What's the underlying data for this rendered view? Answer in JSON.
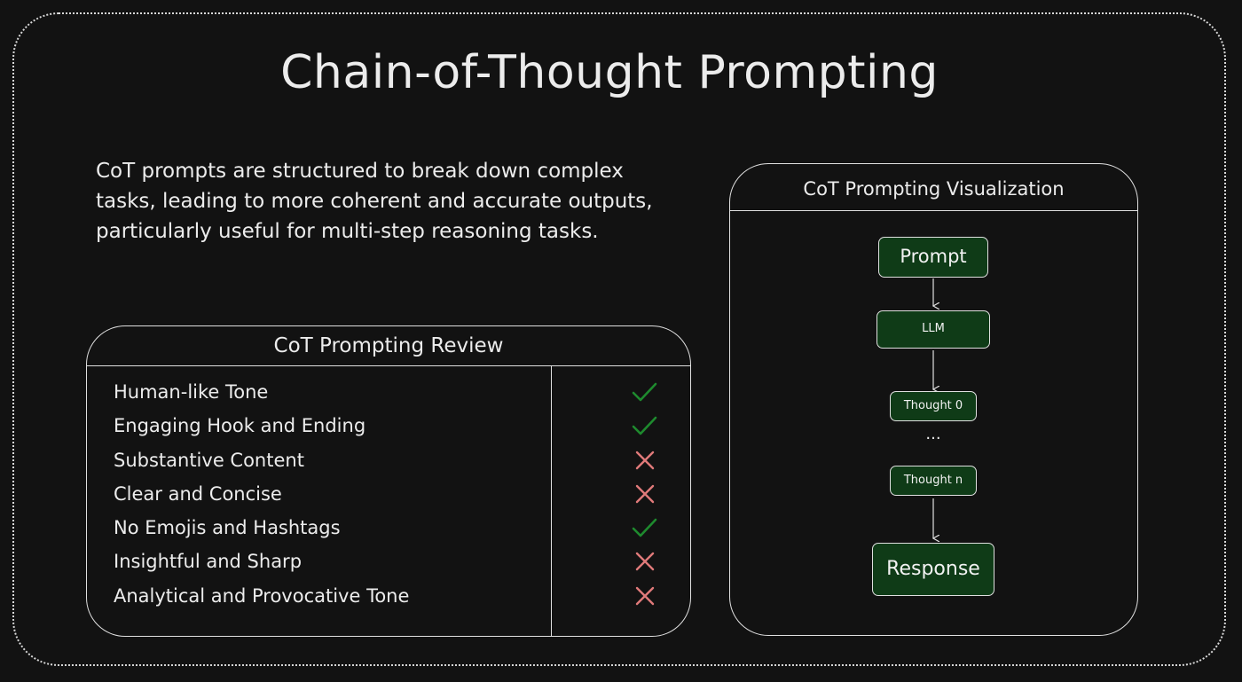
{
  "title": "Chain-of-Thought Prompting",
  "description": "CoT prompts are structured to break down complex tasks, leading to more coherent and accurate outputs, particularly useful for multi-step reasoning tasks.",
  "review": {
    "title": "CoT Prompting Review",
    "items": [
      {
        "label": "Human-like Tone",
        "pass": true
      },
      {
        "label": "Engaging Hook and Ending",
        "pass": true
      },
      {
        "label": "Substantive Content",
        "pass": false
      },
      {
        "label": "Clear and Concise",
        "pass": false
      },
      {
        "label": "No Emojis and Hashtags",
        "pass": true
      },
      {
        "label": "Insightful and Sharp",
        "pass": false
      },
      {
        "label": "Analytical and Provocative Tone",
        "pass": false
      }
    ]
  },
  "visualization": {
    "title": "CoT Prompting Visualization",
    "nodes": {
      "prompt": "Prompt",
      "llm": "LLM",
      "thought_0": "Thought 0",
      "ellipsis": "...",
      "thought_n": "Thought n",
      "response": "Response"
    }
  },
  "colors": {
    "background": "#121212",
    "node_fill": "#0f3b17",
    "check": "#1e8a2e",
    "cross": "#e07a7a",
    "stroke": "#e0e0e0"
  }
}
